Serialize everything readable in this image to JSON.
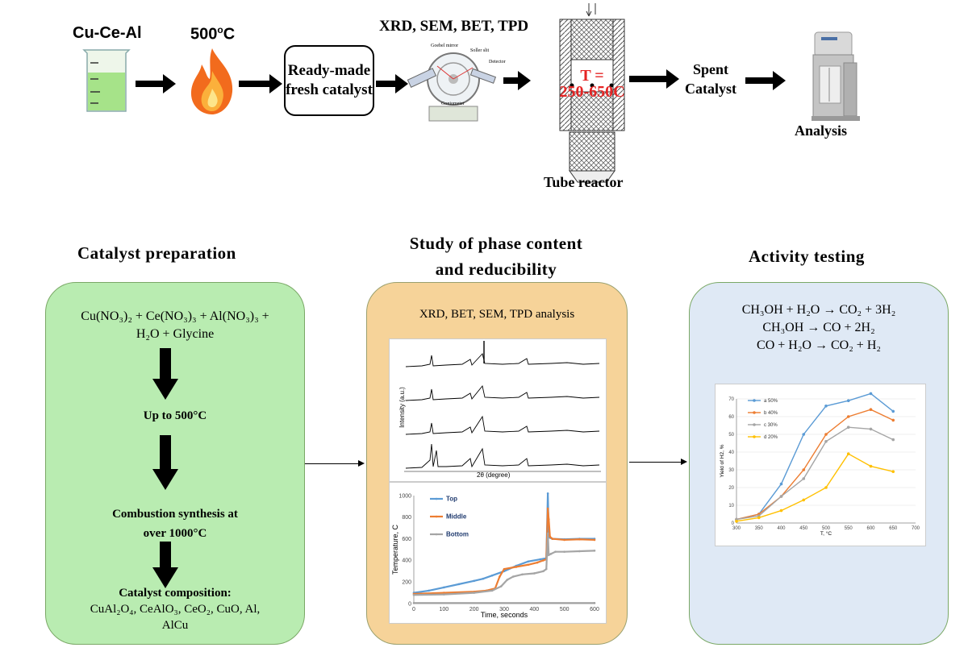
{
  "top": {
    "beaker_label": "Cu-Ce-Al",
    "temp_label_num": "500",
    "temp_label_deg": "o",
    "temp_label_unit": "C",
    "fresh_catalyst": "Ready-made fresh catalyst",
    "analysis_methods": "XRD, SEM, BET, TPD",
    "reactor_temp_line1": "T =",
    "reactor_temp_line2": "250-650C",
    "tube_reactor": "Tube reactor",
    "spent_line1": "Spent",
    "spent_line2": "Catalyst",
    "analysis": "Analysis",
    "diffractometer_labels": {
      "a": "Goebel mirror",
      "b": "Soller slit",
      "c": "Detector",
      "d": "Goniometer"
    }
  },
  "sections": {
    "prep_title": "Catalyst preparation",
    "phase_title_line1": "Study of phase content",
    "phase_title_line2": "and reducibility",
    "activity_title": "Activity testing"
  },
  "prep": {
    "line1": "Cu(NO₃)₂ + Ce(NO₃)₃ + Al(NO₃)₃ +",
    "line2": "H₂O + Glycine",
    "step1": "Up to 500°C",
    "step2_line1": "Combustion synthesis at",
    "step2_line2": "over 1000°C",
    "comp_title": "Catalyst composition:",
    "comp_line1": "CuAl₂O₄, CeAlO₃, CeO₂, CuO, Al,",
    "comp_line2": "AlCu"
  },
  "phase": {
    "header": "XRD, BET, SEM, TPD analysis",
    "xrd_ylabel": "Intensity (a.u.)",
    "xrd_xlabel": "2θ (degree)"
  },
  "activity": {
    "eq1": "CH₃OH + H₂O → CO₂ + 3H₂",
    "eq2": "CH₃OH → CO + 2H₂",
    "eq3": "CO + H₂O → CO₂ + H₂"
  },
  "chart_data": [
    {
      "type": "line",
      "id": "temperature-profile",
      "xlabel": "Time, seconds",
      "ylabel": "Temperature, C",
      "xlim": [
        0,
        600
      ],
      "ylim": [
        0,
        1000
      ],
      "xticks": [
        0,
        100,
        200,
        300,
        400,
        500,
        600
      ],
      "yticks": [
        0,
        200,
        400,
        600,
        800,
        1000
      ],
      "legend_position": "top-left",
      "series": [
        {
          "name": "Top",
          "color": "#5b9bd5",
          "x": [
            0,
            50,
            100,
            150,
            200,
            230,
            260,
            300,
            340,
            380,
            420,
            440,
            445,
            448,
            452,
            460,
            500,
            550,
            600
          ],
          "y": [
            100,
            120,
            150,
            180,
            210,
            230,
            260,
            300,
            350,
            390,
            410,
            420,
            1020,
            640,
            610,
            600,
            595,
            600,
            600
          ]
        },
        {
          "name": "Middle",
          "color": "#ed7d31",
          "x": [
            0,
            100,
            200,
            240,
            270,
            285,
            300,
            340,
            380,
            410,
            430,
            440,
            445,
            448,
            452,
            460,
            500,
            550,
            600
          ],
          "y": [
            90,
            100,
            110,
            120,
            140,
            250,
            320,
            340,
            360,
            380,
            400,
            410,
            880,
            780,
            620,
            600,
            590,
            595,
            590
          ]
        },
        {
          "name": "Bottom",
          "color": "#a5a5a5",
          "x": [
            0,
            100,
            200,
            260,
            290,
            310,
            330,
            360,
            400,
            430,
            440,
            445,
            448,
            455,
            470,
            500,
            550,
            600
          ],
          "y": [
            80,
            85,
            100,
            120,
            160,
            220,
            250,
            270,
            280,
            300,
            320,
            650,
            450,
            460,
            480,
            480,
            485,
            490
          ]
        },
        {
          "name": "",
          "color": "#9e9e9e",
          "x": [
            0,
            600
          ],
          "y": [
            5,
            5
          ]
        }
      ]
    },
    {
      "type": "line",
      "id": "h2-yield",
      "xlabel": "T, °C",
      "ylabel": "Yield of H2, %",
      "xlim": [
        300,
        700
      ],
      "ylim": [
        0,
        70
      ],
      "xticks": [
        300,
        350,
        400,
        450,
        500,
        550,
        600,
        650,
        700
      ],
      "yticks": [
        0,
        10,
        20,
        30,
        40,
        50,
        60,
        70
      ],
      "legend_position": "top-left",
      "x": [
        300,
        350,
        400,
        450,
        500,
        550,
        600,
        650
      ],
      "series": [
        {
          "name": "a 50%",
          "color": "#5b9bd5",
          "values": [
            2,
            5,
            22,
            50,
            66,
            69,
            73,
            63
          ]
        },
        {
          "name": "b 40%",
          "color": "#ed7d31",
          "values": [
            2,
            5,
            15,
            30,
            50,
            60,
            64,
            58
          ]
        },
        {
          "name": "c 30%",
          "color": "#a5a5a5",
          "values": [
            2,
            4,
            15,
            25,
            46,
            54,
            53,
            47
          ]
        },
        {
          "name": "d 20%",
          "color": "#ffc000",
          "values": [
            1,
            3,
            7,
            13,
            20,
            39,
            32,
            29
          ]
        }
      ]
    }
  ]
}
